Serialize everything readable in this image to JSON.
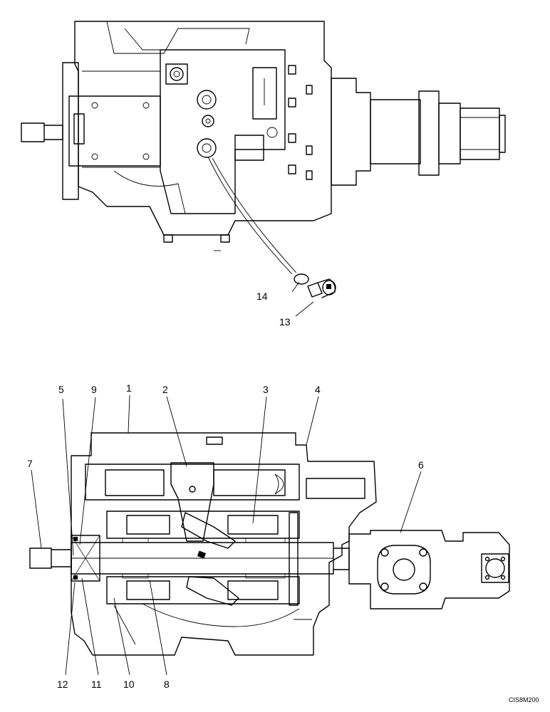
{
  "callouts": {
    "c1": "1",
    "c2": "2",
    "c3": "3",
    "c4": "4",
    "c5": "5",
    "c6": "6",
    "c7": "7",
    "c8": "8",
    "c9": "9",
    "c10": "10",
    "c11": "11",
    "c12": "12",
    "c13": "13",
    "c14": "14"
  },
  "drawing_code": "CIS8M200"
}
